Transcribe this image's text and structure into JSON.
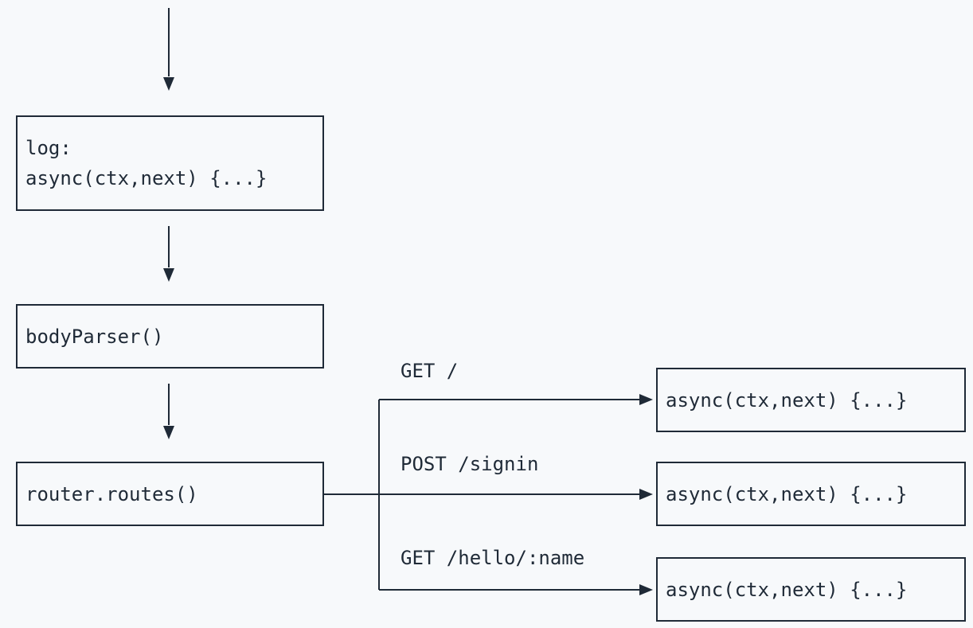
{
  "nodes": {
    "log": {
      "line1": "log:",
      "line2": "async(ctx,next) {...}"
    },
    "body_parser": {
      "label": "bodyParser()"
    },
    "router": {
      "label": "router.routes()"
    }
  },
  "routes": [
    {
      "label": "GET /",
      "handler": "async(ctx,next) {...}"
    },
    {
      "label": "POST /signin",
      "handler": "async(ctx,next) {...}"
    },
    {
      "label": "GET /hello/:name",
      "handler": "async(ctx,next) {...}"
    }
  ],
  "colors": {
    "background": "#f7f9fb",
    "ink": "#1f2a37"
  }
}
